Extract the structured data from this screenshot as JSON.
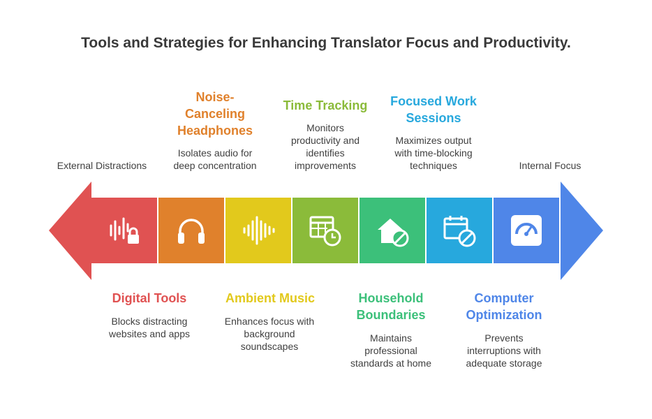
{
  "title": "Tools and Strategies for Enhancing Translator Focus and Productivity.",
  "ends": {
    "left_label": "External Distractions",
    "right_label": "Internal Focus"
  },
  "colors": {
    "left_arrow": "#e05252",
    "right_arrow": "#4f86e8"
  },
  "stages": [
    {
      "title": "Digital Tools",
      "description": "Blocks distracting\nwebsites and apps",
      "color": "#e05252",
      "icon": "soundwave-lock-icon",
      "position": "bottom"
    },
    {
      "title": "Noise-\nCanceling\nHeadphones",
      "description": "Isolates audio for\ndeep concentration",
      "color": "#e0812c",
      "icon": "headphones-icon",
      "position": "top"
    },
    {
      "title": "Ambient Music",
      "description": "Enhances focus with\nbackground\nsoundscapes",
      "color": "#e2c91c",
      "icon": "soundwave-icon",
      "position": "bottom"
    },
    {
      "title": "Time Tracking",
      "description": "Monitors\nproductivity and\nidentifies\nimprovements",
      "color": "#8bbb3a",
      "icon": "table-clock-icon",
      "position": "top"
    },
    {
      "title": "Household\nBoundaries",
      "description": "Maintains\nprofessional\nstandards at home",
      "color": "#3cc07a",
      "icon": "home-block-icon",
      "position": "bottom"
    },
    {
      "title": "Focused Work\nSessions",
      "description": "Maximizes output\nwith time-blocking\ntechniques",
      "color": "#27a8dd",
      "icon": "calendar-block-icon",
      "position": "top"
    },
    {
      "title": "Computer\nOptimization",
      "description": "Prevents\ninterruptions with\nadequate storage",
      "color": "#4f86e8",
      "icon": "gauge-icon",
      "position": "bottom"
    }
  ]
}
